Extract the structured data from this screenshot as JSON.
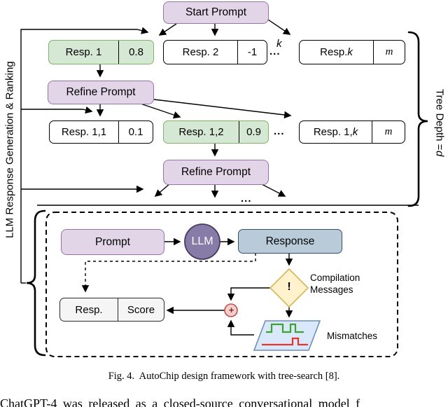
{
  "tree": {
    "left_label": "LLM Response Generation & Ranking",
    "right_label": {
      "prefix": "Tree Depth = ",
      "var": "d"
    },
    "start_prompt": "Start Prompt",
    "refine_prompt_1": "Refine Prompt",
    "refine_prompt_2": "Refine Prompt",
    "k_branch_label": "k",
    "ellipsis_row1": "...",
    "ellipsis_row2": "...",
    "ellipsis_bottom": "...",
    "nodes": {
      "resp1": {
        "label": "Resp. 1",
        "score": "0.8"
      },
      "resp2": {
        "label": "Resp. 2",
        "score": "-1"
      },
      "respk": {
        "label_prefix": "Resp. ",
        "label_var": "k",
        "score_var": "m"
      },
      "resp11": {
        "label": "Resp. 1,1",
        "score": "0.1"
      },
      "resp12": {
        "label": "Resp. 1,2",
        "score": "0.9"
      },
      "resp1k": {
        "label_prefix": "Resp. 1,",
        "label_var": "k",
        "score_var": "m"
      }
    }
  },
  "panel": {
    "prompt": "Prompt",
    "llm": "LLM",
    "response": "Response",
    "exclamation": "!",
    "compilation_label": {
      "line1": "Compilation",
      "line2": "Messages"
    },
    "plus": "+",
    "resp": "Resp.",
    "score": "Score",
    "mismatches": "Mismatches"
  },
  "caption": "Fig. 4.  AutoChip design framework with tree-search [8].",
  "body_text_partial": "ChatGPT-4 was released as a closed-source conversational model f",
  "colors": {
    "prompt_fill": "#E1D5E7",
    "prompt_stroke": "#9673A6",
    "good_fill": "#D5E8D4",
    "good_stroke": "#82B366",
    "response_fill": "#B9CBD9",
    "response_stroke": "#32506E",
    "llm_fill": "#877BA8",
    "llm_stroke": "#473A5E",
    "diamond_fill": "#FFF2CC",
    "diamond_stroke": "#D6B656",
    "waveform_fill": "#DAE8FC",
    "waveform_stroke": "#6C8EBF",
    "plus_fill": "#F8CECC",
    "plus_stroke": "#B85450",
    "score_fill": "#F5F5F5",
    "wave_green": "#3BA32E",
    "wave_red": "#E5342C"
  }
}
